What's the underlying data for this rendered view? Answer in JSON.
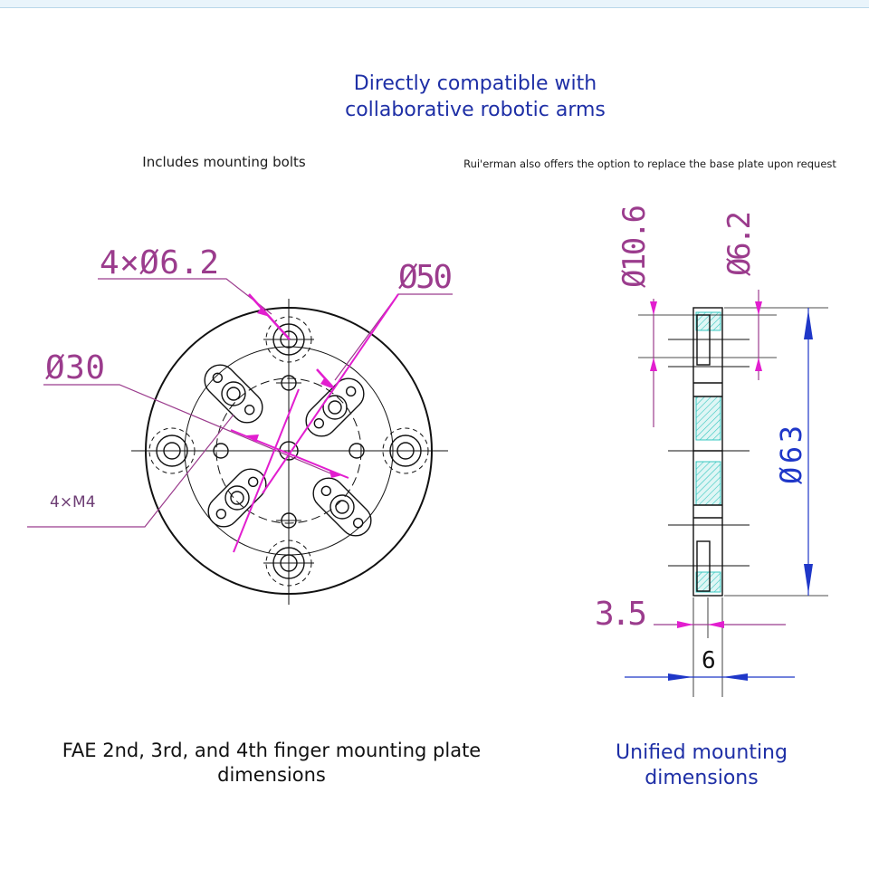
{
  "heading": [
    "Directly compatible with",
    "collaborative robotic arms"
  ],
  "subtitle_left": "Includes mounting bolts",
  "subtitle_right": "Rui'erman also offers the option to replace the base plate upon request",
  "front_view": {
    "labels": {
      "bolts": "4×Ø6.2",
      "pcd_outer": "Ø50",
      "pcd_inner": "Ø30",
      "threads": "4×M4"
    }
  },
  "side_view": {
    "labels": {
      "counterbore": "Ø10.6",
      "hole": "Ø6.2",
      "diameter": "Ø63",
      "step": "3.5",
      "thickness": "6"
    }
  },
  "caption_left": [
    "FAE 2nd, 3rd, and 4th finger mounting plate",
    "dimensions"
  ],
  "caption_right": [
    "Unified mounting",
    "dimensions"
  ],
  "colors": {
    "heading": "#1e2fa6",
    "annotation": "#9b3c8d",
    "leader": "#e21ecf",
    "dimension": "#1f37c8",
    "hatch": "#37c7c0"
  }
}
